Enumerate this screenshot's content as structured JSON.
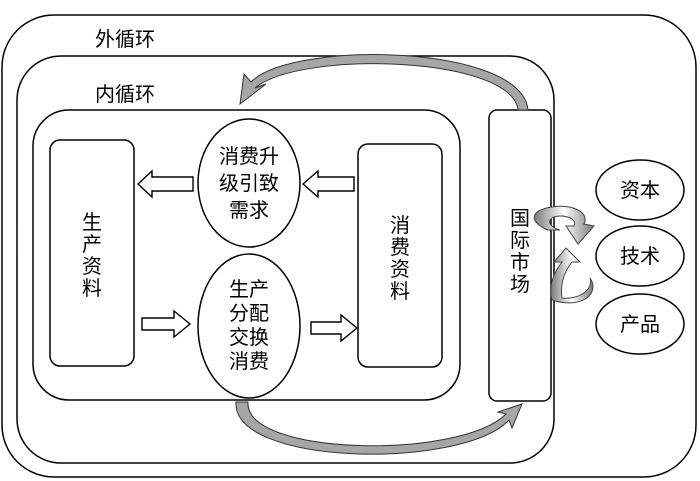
{
  "outer_cycle_label": "外循环",
  "inner_cycle_label": "内循环",
  "production_materials": [
    "生",
    "产",
    "资",
    "料"
  ],
  "consumption_materials": [
    "消",
    "费",
    "资",
    "料"
  ],
  "consumption_upgrade": [
    "消费升",
    "级引致",
    "需求"
  ],
  "production_process": [
    "生产",
    "分配",
    "交换",
    "消费"
  ],
  "international_market": [
    "国",
    "际",
    "市",
    "场"
  ],
  "factors": [
    "资本",
    "技术",
    "产品"
  ],
  "colors": {
    "stroke": "#000000",
    "arrow_fill": "#ffffff",
    "curved_arrow_fill": "#a6a6a6"
  }
}
